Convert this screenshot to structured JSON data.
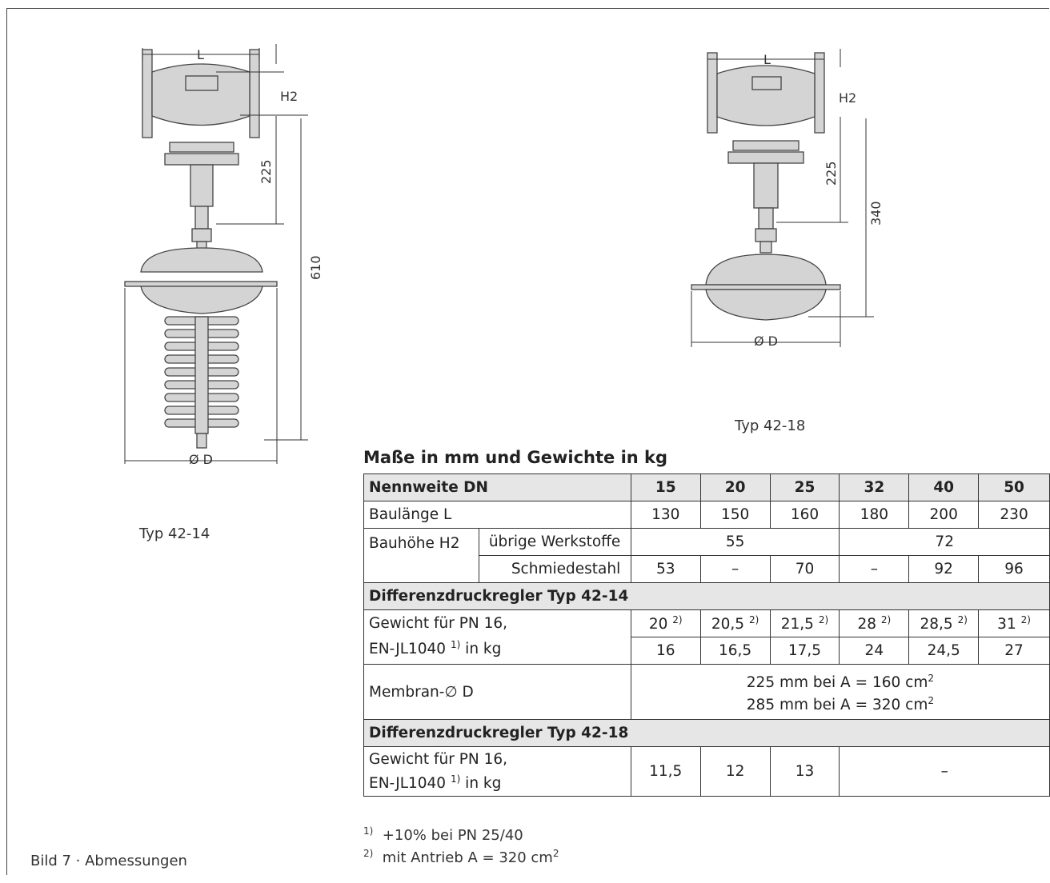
{
  "drawing_left": {
    "caption": "Typ 42-14",
    "dim_L": "L",
    "dim_H2": "H2",
    "dim_225": "225",
    "dim_610": "610",
    "dim_D": "Ø D"
  },
  "drawing_right": {
    "caption": "Typ 42-18",
    "dim_L": "L",
    "dim_H2": "H2",
    "dim_225": "225",
    "dim_340": "340",
    "dim_D": "Ø D"
  },
  "table_title": "Maße in mm und Gewichte in kg",
  "table": {
    "header_label": "Nennweite DN",
    "dn": [
      "15",
      "20",
      "25",
      "32",
      "40",
      "50"
    ],
    "baulaenge_label": "Baulänge L",
    "baulaenge": [
      "130",
      "150",
      "160",
      "180",
      "200",
      "230"
    ],
    "bauhoehe_label": "Bauhöhe H2",
    "uebrige_label": "übrige Werkstoffe",
    "uebrige_a": "55",
    "uebrige_b": "72",
    "schmiede_label": "Schmiedestahl",
    "schmiede": [
      "53",
      "–",
      "70",
      "–",
      "92",
      "96"
    ],
    "sec1_label": "Differenzdruckregler Typ 42-14",
    "gewicht_label": "Gewicht für PN 16,",
    "gewicht_label2": "EN-JL1040",
    "gewicht_sup": "1)",
    "gewicht_label3": " in kg",
    "gew1": [
      "20",
      "20,5",
      "21,5",
      "28",
      "28,5",
      "31"
    ],
    "gew1_sup": "2)",
    "gew2": [
      "16",
      "16,5",
      "17,5",
      "24",
      "24,5",
      "27"
    ],
    "membran_label": "Membran-∅ D",
    "membran_1": "225 mm bei A = 160 cm",
    "membran_2": "285 mm bei A = 320 cm",
    "cm_sup": "2",
    "sec2_label": "Differenzdruckregler Typ 42-18",
    "gew3": [
      "11,5",
      "12",
      "13"
    ],
    "gew3_rest": "–"
  },
  "footnotes": [
    {
      "mark": "1)",
      "text": "+10% bei PN 25/40"
    },
    {
      "mark": "2)",
      "text": "mit Antrieb A = 320 cm",
      "sup": "2"
    }
  ],
  "figure_caption": "Bild 7 · Abmessungen"
}
